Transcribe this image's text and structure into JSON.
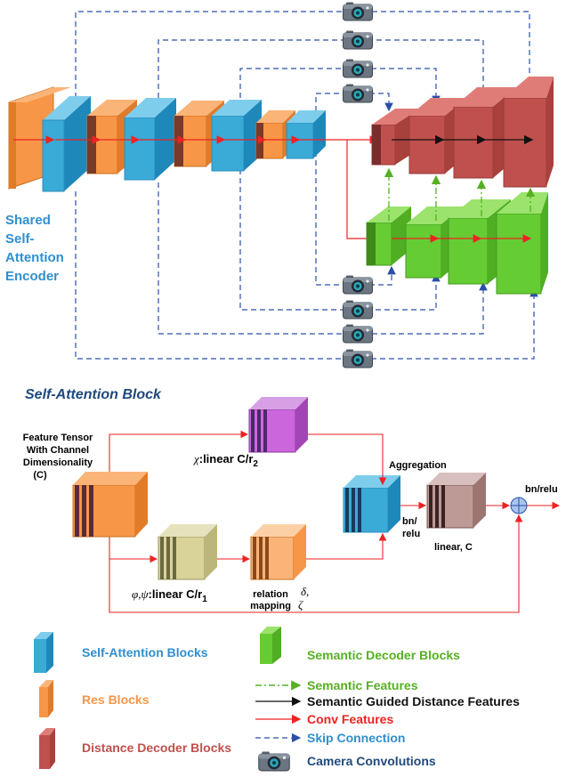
{
  "encoder_label": [
    "Shared",
    "Self-",
    "Attention",
    "Encoder"
  ],
  "block_title": "Self-Attention Block",
  "feature_tensor": [
    "Feature Tensor",
    "With Channel",
    "Dimensionality",
    "(C)"
  ],
  "chi": {
    "sym": "χ",
    "text": ":linear C/r",
    "sub": "2"
  },
  "phi": {
    "sym": "φ,ψ",
    "text": ":linear C/r",
    "sub": "1"
  },
  "relation": [
    "relation",
    "mapping"
  ],
  "relation_sym": [
    "δ,",
    "ζ"
  ],
  "aggregation": "Aggregation",
  "bn_relu_mid": [
    "bn/",
    "relu"
  ],
  "linear_c": "linear, C",
  "bn_relu_out": "bn/relu",
  "legend": {
    "self_attention": "Self-Attention Blocks",
    "res": "Res Blocks",
    "distance_decoder": "Distance Decoder Blocks",
    "semantic_decoder": "Semantic Decoder Blocks",
    "semantic_features": "Semantic Features",
    "semantic_guided": "Semantic Guided Distance Features",
    "conv_features": "Conv Features",
    "skip_connection": "Skip Connection",
    "camera_conv": "Camera Convolutions"
  },
  "colors": {
    "self_attention": "#3aaad6",
    "res": "#f79646",
    "distance_decoder": "#c0504d",
    "semantic_decoder": "#66cc33",
    "semantic_text": "#55b022",
    "res_text": "#f79646",
    "distance_text": "#c0504d",
    "sa_text": "#2f8fcf",
    "conv_red": "#ee2222",
    "skip_blue": "#2a4fa8",
    "title_blue": "#1f497d"
  },
  "icons": [
    "camera-icon"
  ]
}
